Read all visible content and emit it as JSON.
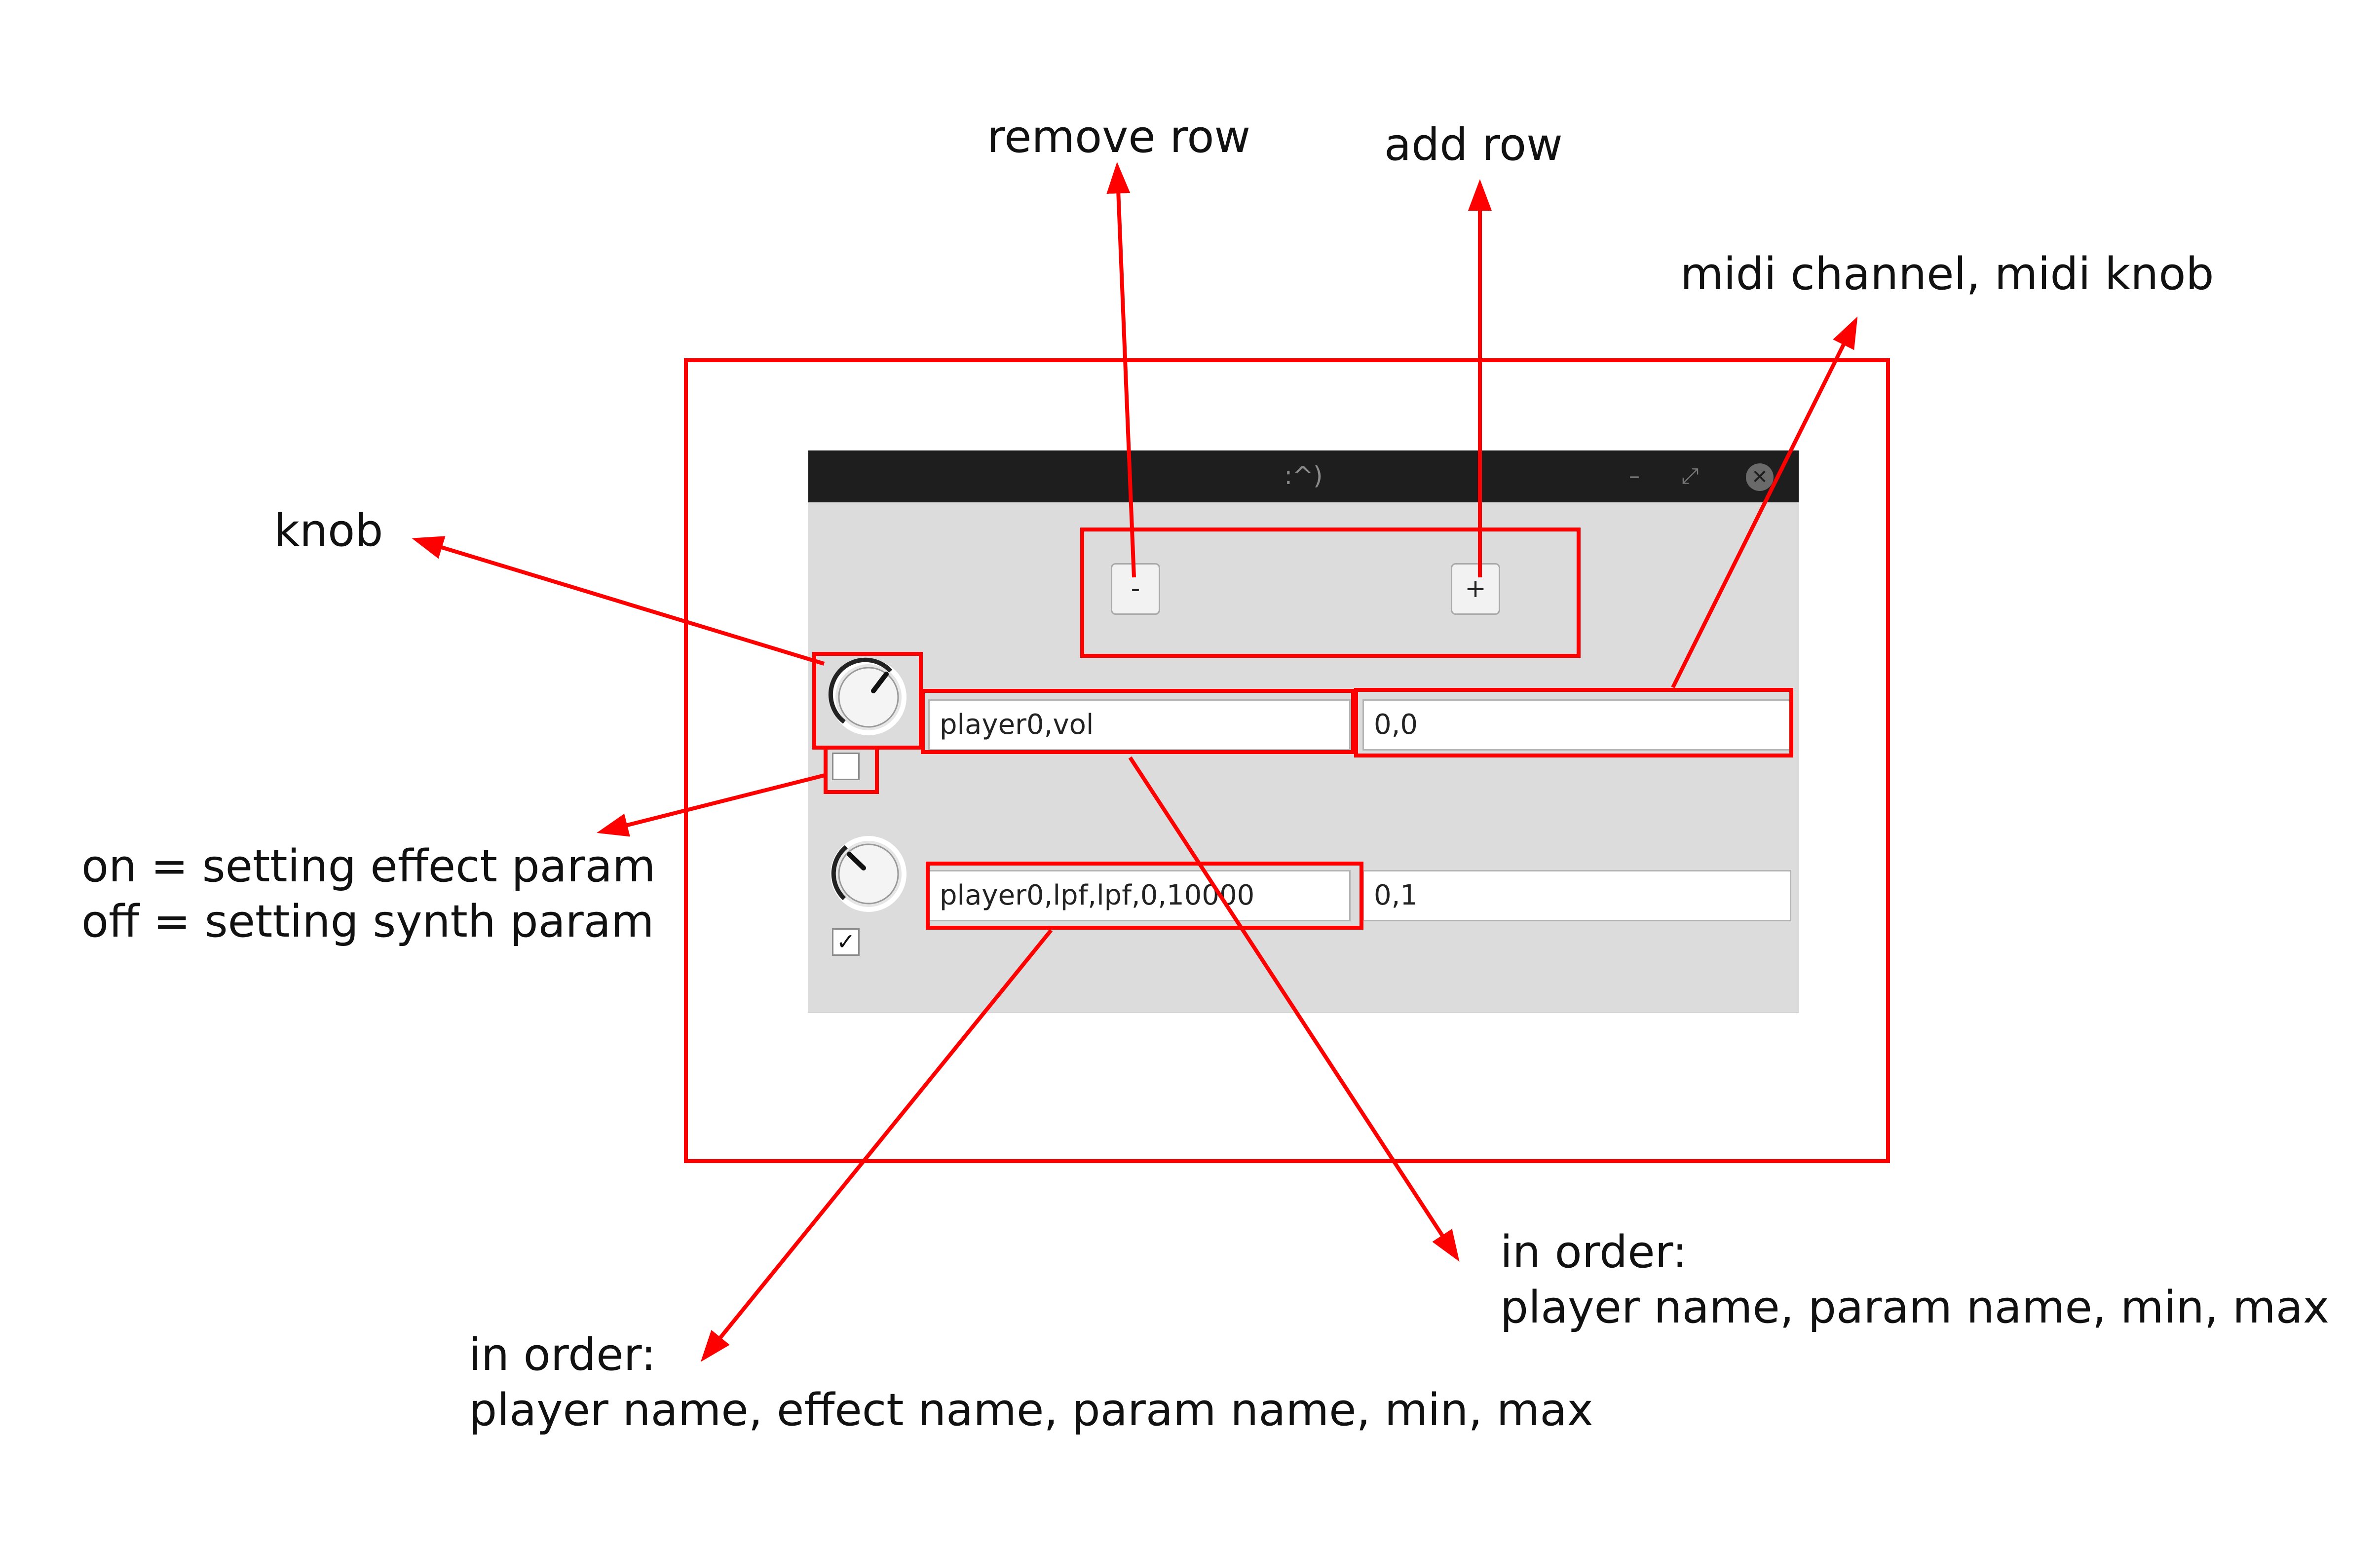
{
  "window": {
    "title": ":^)",
    "minimize_icon": "minimize-icon",
    "restore_icon": "restore-icon",
    "close_icon": "close-icon"
  },
  "toolbar": {
    "remove_label": "-",
    "add_label": "+"
  },
  "rows": [
    {
      "param_field": "player0,vol",
      "midi_field": "0,0",
      "checkbox_checked": false,
      "knob_icon": "knob-icon"
    },
    {
      "param_field": "player0,lpf,lpf,0,10000",
      "midi_field": "0,1",
      "checkbox_checked": true,
      "checkbox_mark": "✓",
      "knob_icon": "knob-icon"
    }
  ],
  "annotations": {
    "remove_row": "remove row",
    "add_row": "add row",
    "midi": "midi channel, midi knob",
    "knob": "knob",
    "toggle_line1": "on = setting effect param",
    "toggle_line2": "off = setting synth param",
    "synth_order_line1": "in order:",
    "synth_order_line2": "player name, param name, min, max",
    "effect_order_line1": "in order:",
    "effect_order_line2": "player name, effect name, param name, min, max"
  },
  "colors": {
    "annotation_red": "#ff0000",
    "titlebar": "#1e1e1e",
    "window_bg": "#dcdcdc"
  }
}
